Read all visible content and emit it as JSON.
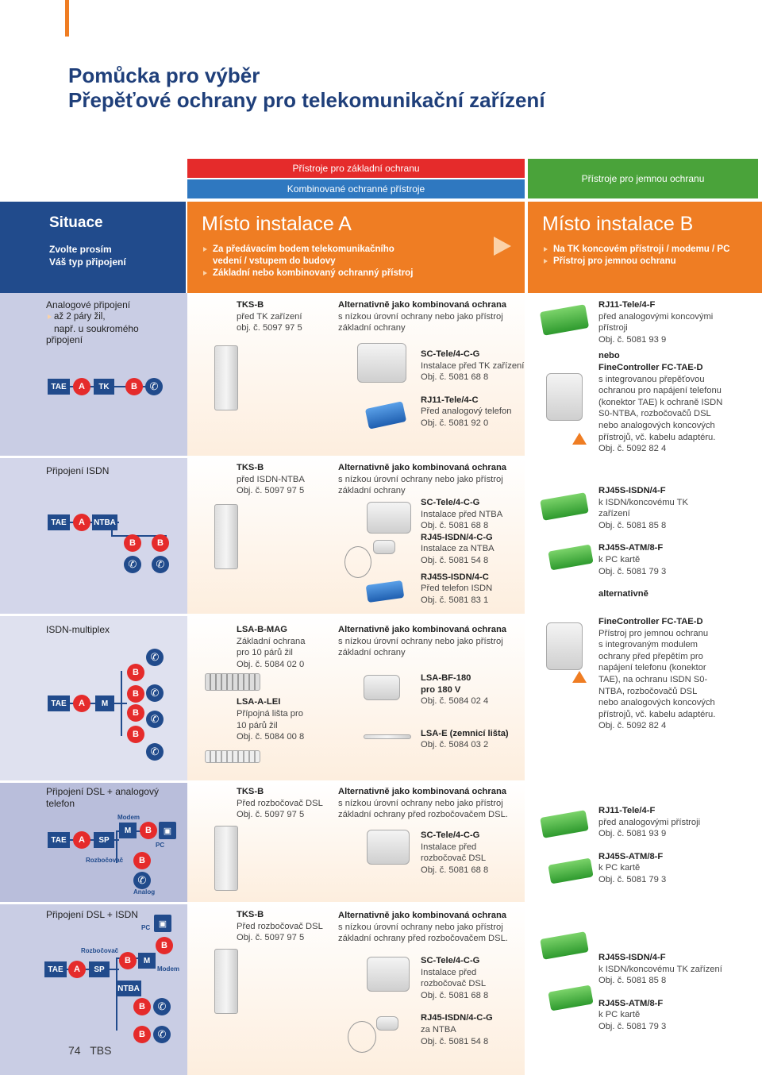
{
  "title1": "Pomůcka pro výběr",
  "title2": "Přepěťové ochrany pro telekomunikační zařízení",
  "bars": {
    "red": "Přístroje pro základní ochranu",
    "blue": "Kombinované ochranné přístroje",
    "green": "Přístroje pro jemnou ochranu"
  },
  "hdr": {
    "sit_title": "Situace",
    "sit_sub1": "Zvolte prosím",
    "sit_sub2": "Váš typ připojení",
    "a_title": "Místo instalace A",
    "a_b1": "Za předávacím bodem telekomunikačního",
    "a_b1b": "vedení / vstupem do budovy",
    "a_b2": "Základní nebo kombinovaný ochranný přístroj",
    "b_title": "Místo instalace B",
    "b_b1": "Na TK koncovém přístroji / modemu / PC",
    "b_b2": "Přístroj pro jemnou ochranu"
  },
  "r1": {
    "s1": "Analogové připojení",
    "s2": "až 2 páry žil,",
    "s3": "např. u soukromého",
    "s4": "připojení",
    "c1": "TKS-B",
    "c2": "před TK zařízení",
    "c3": "obj. č. 5097 97 5",
    "alt1": "Alternativně jako kombinovaná ochrana",
    "alt2": "s nízkou úrovní ochrany nebo jako přístroj",
    "alt3": "základní ochrany",
    "p1": "SC-Tele/4-C-G",
    "p2": "Instalace před TK zařízení",
    "p3": "Obj. č. 5081 68 8",
    "p4": "RJ11-Tele/4-C",
    "p5": "Před analogový telefon",
    "p6": "Obj. č. 5081 92 0",
    "b1": "RJ11-Tele/4-F",
    "b2": "před analogovými koncovými",
    "b3": "přístroji",
    "b4": "Obj. č. 5081 93 9",
    "b5": "nebo",
    "b6": "FineController FC-TAE-D",
    "b7": "s integrovanou přepěťovou",
    "b8": "ochranou pro napájení telefonu",
    "b9": "(konektor TAE) k ochraně ISDN",
    "b10": "S0-NTBA, rozbočovačů DSL",
    "b11": "nebo analogových koncových",
    "b12": "přístrojů, vč. kabelu adaptéru.",
    "b13": "Obj. č. 5092 82 4",
    "d": [
      "TAE",
      "A",
      "TK",
      "B"
    ]
  },
  "r2": {
    "s1": "Připojení ISDN",
    "c1": "TKS-B",
    "c2": "před ISDN-NTBA",
    "c3": "Obj. č. 5097 97 5",
    "alt1": "Alternativně jako kombinovaná ochrana",
    "alt2": "s nízkou úrovní ochrany nebo jako přístroj",
    "alt3": "základní ochrany",
    "p1": "SC-Tele/4-C-G",
    "p2": "Instalace před NTBA",
    "p3": "Obj. č. 5081 68 8",
    "p4": "RJ45-ISDN/4-C-G",
    "p5": "Instalace za NTBA",
    "p6": "Obj. č. 5081 54 8",
    "p7": "RJ45S-ISDN/4-C",
    "p8": "Před telefon ISDN",
    "p9": "Obj. č. 5081 83 1",
    "b1": "RJ45S-ISDN/4-F",
    "b2": "k ISDN/koncovému TK",
    "b3": "zařízení",
    "b4": "Obj. č. 5081 85 8",
    "b5": "RJ45S-ATM/8-F",
    "b6": "k PC kartě",
    "b7": "Obj. č. 5081 79 3",
    "b8": "alternativně",
    "d": [
      "TAE",
      "A",
      "NTBA",
      "B",
      "B"
    ]
  },
  "r3": {
    "s1": "ISDN-multiplex",
    "c1": "LSA-B-MAG",
    "c2": "Základní ochrana",
    "c3": "pro 10 párů žil",
    "c4": "Obj. č. 5084 02 0",
    "c5": "LSA-A-LEI",
    "c6": "Přípojná lišta pro",
    "c7": "10 párů žil",
    "c8": "Obj. č. 5084 00 8",
    "alt1": "Alternativně jako kombinovaná ochrana",
    "alt2": "s nízkou úrovní ochrany nebo jako přístroj",
    "alt3": "základní ochrany",
    "p1": "LSA-BF-180",
    "p2": "pro 180 V",
    "p3": "Obj. č. 5084 02 4",
    "p4": "LSA-E (zemnicí lišta)",
    "p5": "Obj. č. 5084 03 2",
    "b1": "FineController FC-TAE-D",
    "b2": "Přístroj pro jemnou ochranu",
    "b3": "s integrovaným modulem",
    "b4": "ochrany před přepětím pro",
    "b5": "napájení telefonu (konektor",
    "b6": "TAE), na ochranu ISDN S0-",
    "b7": "NTBA, rozbočovačů DSL",
    "b8": "nebo analogových koncových",
    "b9": "přístrojů, vč. kabelu adaptéru.",
    "b10": "Obj. č. 5092 82 4",
    "d": [
      "TAE",
      "A",
      "M",
      "B",
      "B",
      "B",
      "B"
    ]
  },
  "r4": {
    "s1": "Připojení DSL + analogový",
    "s2": "telefon",
    "c1": "TKS-B",
    "c2": "Před rozbočovač DSL",
    "c3": "Obj. č. 5097 97 5",
    "alt1": "Alternativně jako kombinovaná ochrana",
    "alt2": "s nízkou úrovní ochrany nebo jako přístroj",
    "alt3": "základní ochrany před rozbočovačem DSL.",
    "p1": "SC-Tele/4-C-G",
    "p2": "Instalace před",
    "p3": "rozbočovač DSL",
    "p4": "Obj. č. 5081 68 8",
    "b1": "RJ11-Tele/4-F",
    "b2": "před analogovými přístroji",
    "b3": "Obj. č. 5081 93 9",
    "b4": "RJ45S-ATM/8-F",
    "b5": "k PC kartě",
    "b6": "Obj. č. 5081 79 3",
    "d": [
      "TAE",
      "A",
      "SP",
      "M",
      "B",
      "B"
    ],
    "lbl": [
      "Modem",
      "Rozbočovač",
      "PC",
      "Analog"
    ]
  },
  "r5": {
    "s1": "Připojení DSL + ISDN",
    "c1": "TKS-B",
    "c2": "Před rozbočovač DSL",
    "c3": "Obj. č. 5097 97 5",
    "alt1": "Alternativně jako kombinovaná ochrana",
    "alt2": "s nízkou úrovní ochrany nebo jako přístroj",
    "alt3": "základní ochrany před rozbočovačem DSL.",
    "p1": "SC-Tele/4-C-G",
    "p2": "Instalace před",
    "p3": "rozbočovač DSL",
    "p4": "Obj. č. 5081 68 8",
    "p5": "RJ45-ISDN/4-C-G",
    "p6": "za NTBA",
    "p7": "Obj. č. 5081 54 8",
    "b1": "RJ45S-ISDN/4-F",
    "b2": "k ISDN/koncovému TK zařízení",
    "b3": "Obj. č. 5081 85 8",
    "b4": "RJ45S-ATM/8-F",
    "b5": "k PC kartě",
    "b6": "Obj. č. 5081 79 3",
    "d": [
      "TAE",
      "A",
      "SP",
      "B",
      "M",
      "NTBA",
      "B",
      "B"
    ],
    "lbl": [
      "PC",
      "Rozbočovač",
      "Modem"
    ]
  },
  "page": "74",
  "brand": "TBS"
}
